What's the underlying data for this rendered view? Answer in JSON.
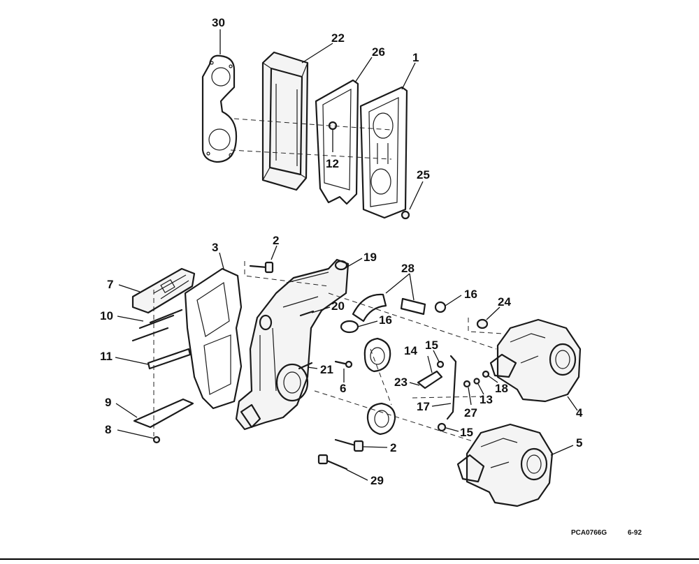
{
  "diagram": {
    "callouts": {
      "c30": "30",
      "c22": "22",
      "c26": "26",
      "c1": "1",
      "c12": "12",
      "c25": "25",
      "c2a": "2",
      "c3": "3",
      "c19": "19",
      "c28": "28",
      "c7": "7",
      "c16a": "16",
      "c24": "24",
      "c20": "20",
      "c10": "10",
      "c16b": "16",
      "c15a": "15",
      "c14": "14",
      "c11": "11",
      "c21": "21",
      "c6": "6",
      "c23": "23",
      "c18": "18",
      "c13": "13",
      "c27": "27",
      "c4": "4",
      "c9": "9",
      "c17": "17",
      "c15b": "15",
      "c8": "8",
      "c2b": "2",
      "c5": "5",
      "c29": "29"
    }
  },
  "footer": {
    "code": "PCA0766G",
    "date": "6-92"
  }
}
